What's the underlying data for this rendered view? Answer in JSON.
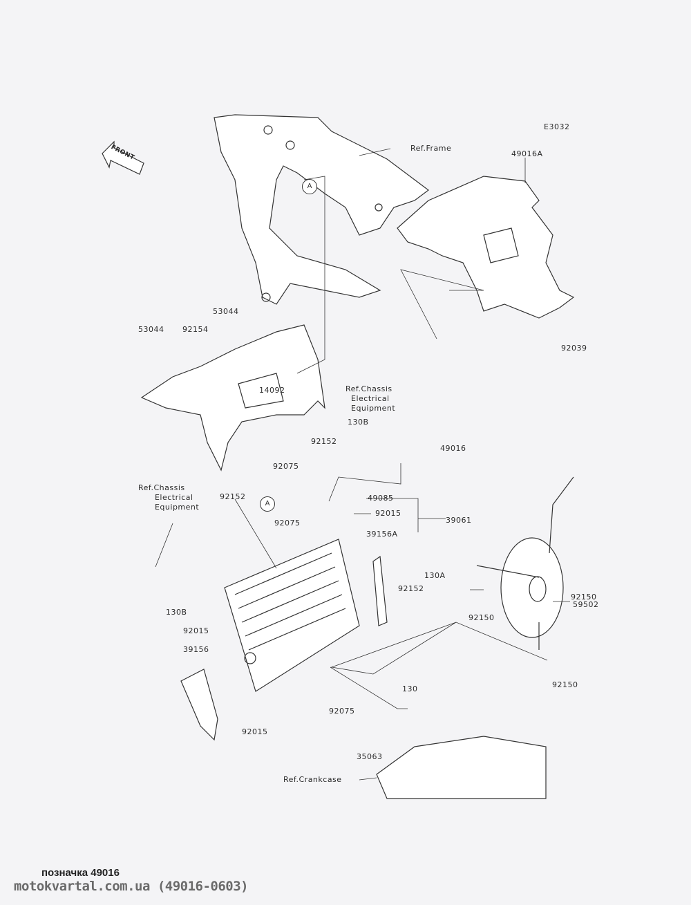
{
  "diagram_code": "E3032",
  "front_label": "FRONT",
  "ref_marker": "A",
  "labels": [
    "Ref.Frame",
    "49016A",
    "53044",
    "53044",
    "92154",
    "92039",
    "14092",
    "Ref.Chassis\n  Electrical\n  Equipment",
    "130B",
    "92152",
    "49016",
    "92075",
    "49085",
    "92015",
    "39061",
    "Ref.Chassis\n      Electrical\n      Equipment",
    "92152",
    "92075",
    "39156A",
    "130A",
    "92152",
    "130B",
    "92150",
    "92150",
    "59502",
    "92015",
    "39156",
    "92150",
    "130",
    "92075",
    "92015",
    "35063",
    "Ref.Crankcase"
  ],
  "caption": "позначка 49016",
  "site": "motokvartal.com.ua (49016-0603)"
}
